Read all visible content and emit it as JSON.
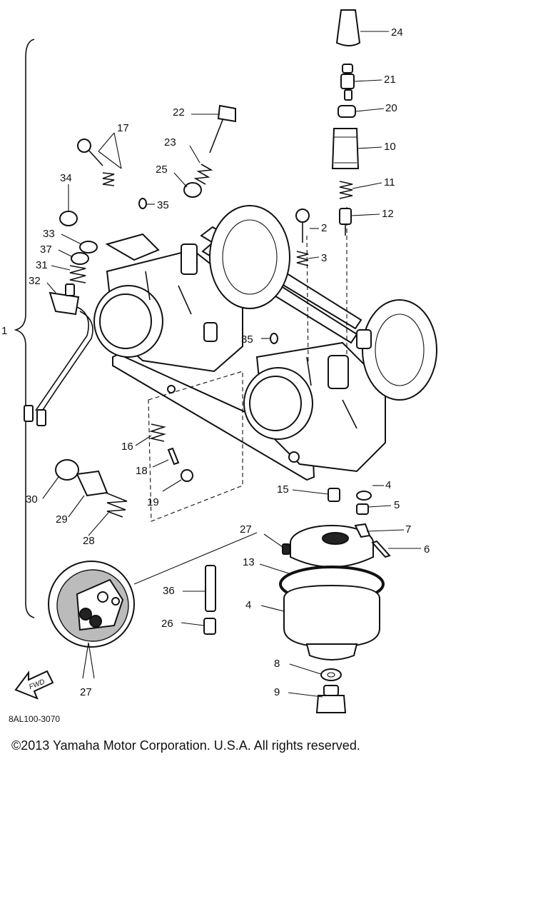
{
  "diagram_code": "8AL100-3070",
  "copyright": "©2013 Yamaha Motor Corporation. U.S.A. All rights reserved.",
  "fwd_label": "FWD",
  "callouts": {
    "c1": "1",
    "c2": "2",
    "c3": "3",
    "c4a": "4",
    "c4b": "4",
    "c5": "5",
    "c6": "6",
    "c7": "7",
    "c8": "8",
    "c9": "9",
    "c10": "10",
    "c11": "11",
    "c12": "12",
    "c13": "13",
    "c15": "15",
    "c16": "16",
    "c17": "17",
    "c18": "18",
    "c19": "19",
    "c20": "20",
    "c21": "21",
    "c22": "22",
    "c23": "23",
    "c24": "24",
    "c25": "25",
    "c26": "26",
    "c27a": "27",
    "c27b": "27",
    "c28": "28",
    "c29": "29",
    "c30": "30",
    "c31": "31",
    "c32": "32",
    "c33": "33",
    "c34": "34",
    "c35a": "35",
    "c35b": "35",
    "c36": "36",
    "c37": "37"
  }
}
